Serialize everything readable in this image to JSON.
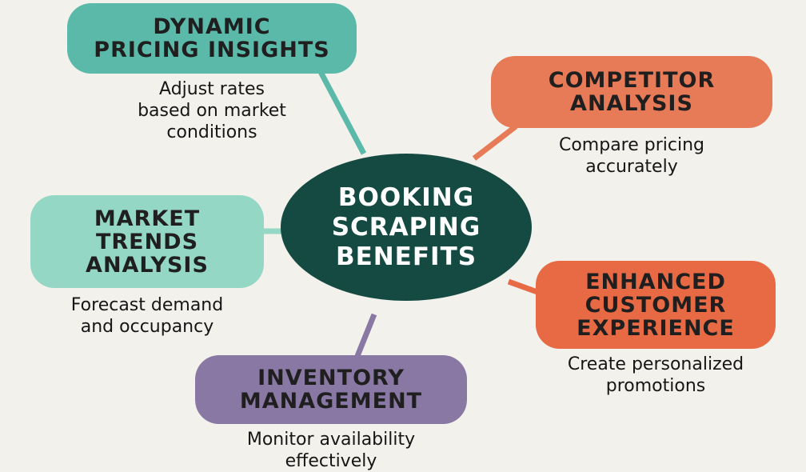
{
  "colors": {
    "background": "#f3f1ec",
    "center": "#144a42",
    "teal": "#5bb9a9",
    "mint": "#94d7c4",
    "coral": "#e77a57",
    "orange": "#e86a44",
    "purple": "#8a78a4",
    "dark_text": "#1f1f1f"
  },
  "center": {
    "lines": [
      "BOOKING",
      "SCRAPING",
      "BENEFITS"
    ]
  },
  "nodes": [
    {
      "id": "dynamic-pricing",
      "title_lines": [
        "DYNAMIC",
        "PRICING INSIGHTS"
      ],
      "desc_lines": [
        "Adjust rates",
        "based on market",
        "conditions"
      ]
    },
    {
      "id": "competitor-analysis",
      "title_lines": [
        "COMPETITOR",
        "ANALYSIS"
      ],
      "desc_lines": [
        "Compare pricing",
        "accurately"
      ]
    },
    {
      "id": "market-trends",
      "title_lines": [
        "MARKET",
        "TRENDS",
        "ANALYSIS"
      ],
      "desc_lines": [
        "Forecast demand",
        "and occupancy"
      ]
    },
    {
      "id": "customer-experience",
      "title_lines": [
        "ENHANCED",
        "CUSTOMER",
        "EXPERIENCE"
      ],
      "desc_lines": [
        "Create personalized",
        "promotions"
      ]
    },
    {
      "id": "inventory-management",
      "title_lines": [
        "INVENTORY",
        "MANAGEMENT"
      ],
      "desc_lines": [
        "Monitor availability",
        "effectively"
      ]
    }
  ]
}
